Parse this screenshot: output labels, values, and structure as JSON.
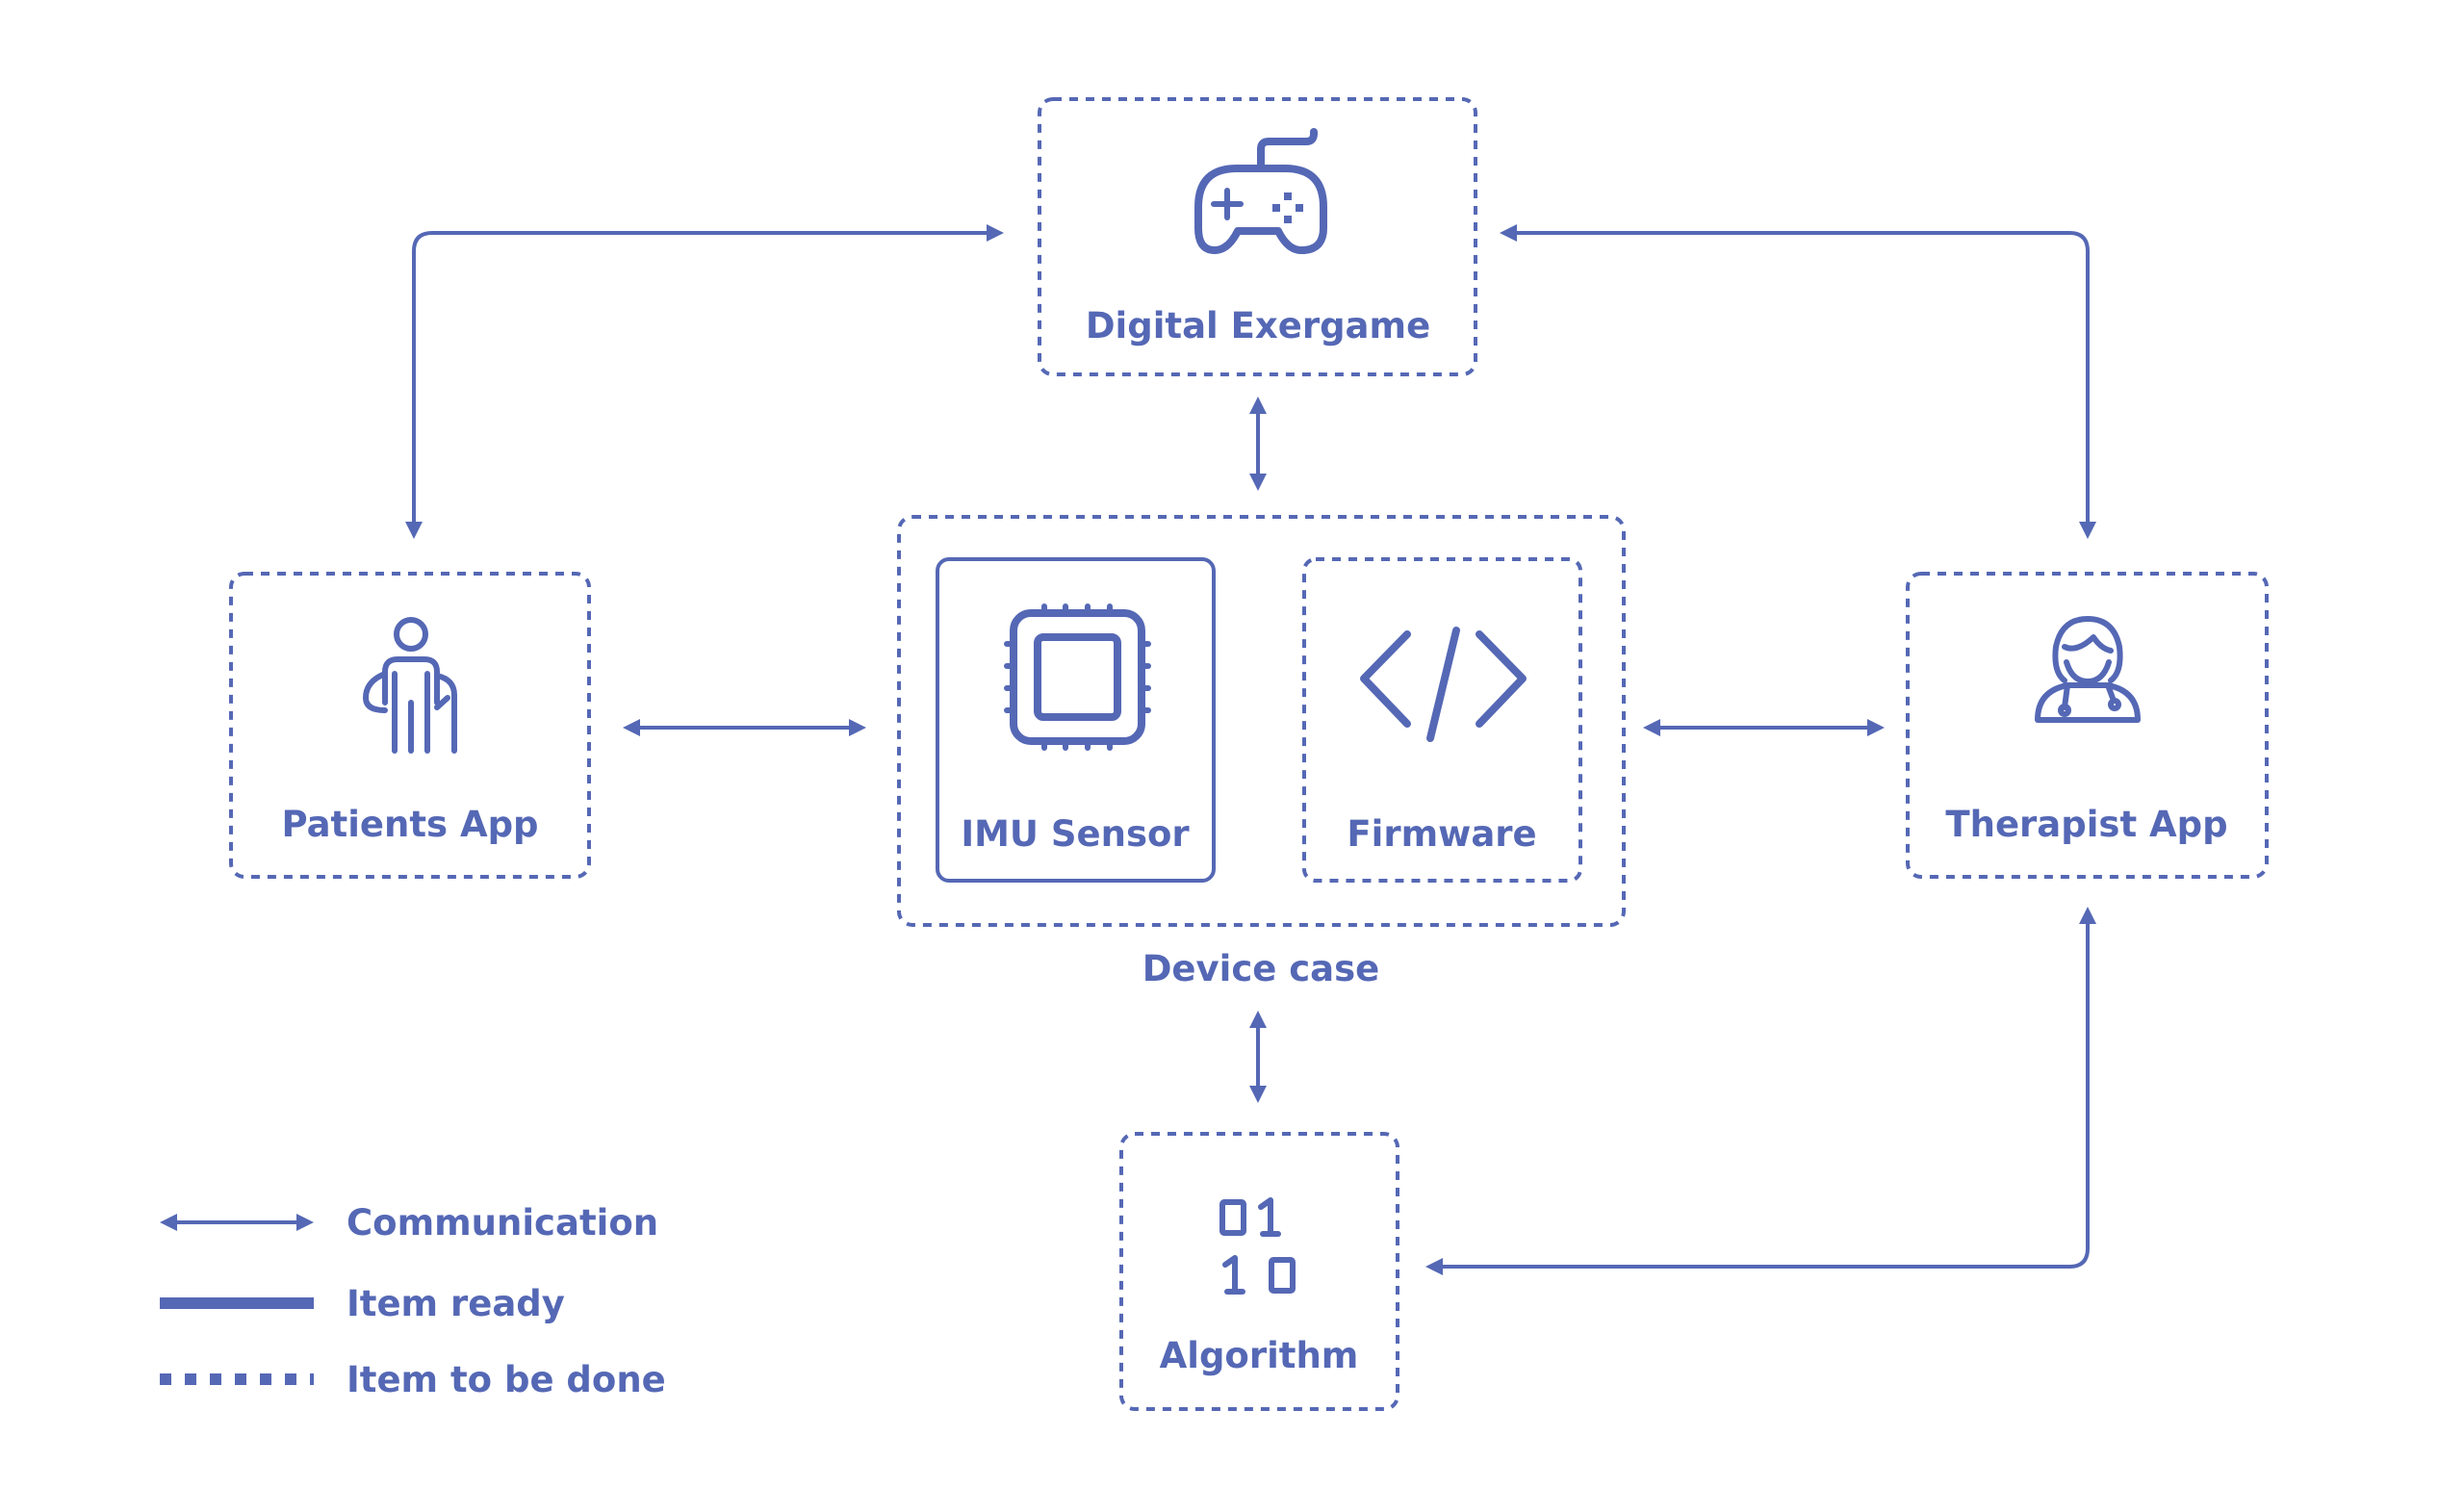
{
  "diagram": {
    "colors": {
      "primary": "#5568B5",
      "background": "#FFFFFF"
    },
    "nodes": {
      "exergame": {
        "label": "Digital Exergame",
        "icon": "gamepad-icon",
        "status": "to-be-done"
      },
      "patients": {
        "label": "Patients App",
        "icon": "patient-icon",
        "status": "to-be-done"
      },
      "device": {
        "label": "Device case",
        "status": "to-be-done"
      },
      "imu": {
        "label": "IMU Sensor",
        "icon": "chip-icon",
        "status": "ready"
      },
      "firmware": {
        "label": "Firmware",
        "icon": "code-icon",
        "status": "to-be-done"
      },
      "therapist": {
        "label": "Therapist App",
        "icon": "therapist-icon",
        "status": "to-be-done"
      },
      "algorithm": {
        "label": "Algorithm",
        "icon": "binary-icon",
        "status": "to-be-done"
      }
    },
    "binary_icon_digits": [
      "0",
      "1",
      "1",
      "0"
    ],
    "connections": [
      {
        "from": "Patients App",
        "to": "Digital Exergame",
        "type": "communication"
      },
      {
        "from": "Therapist App",
        "to": "Digital Exergame",
        "type": "communication"
      },
      {
        "from": "Digital Exergame",
        "to": "Device case",
        "type": "communication"
      },
      {
        "from": "Patients App",
        "to": "Device case",
        "type": "communication"
      },
      {
        "from": "Device case",
        "to": "Therapist App",
        "type": "communication"
      },
      {
        "from": "Device case",
        "to": "Algorithm",
        "type": "communication"
      },
      {
        "from": "Algorithm",
        "to": "Therapist App",
        "type": "communication"
      }
    ]
  },
  "legend": {
    "communication": "Communication",
    "ready": "Item ready",
    "todo": "Item to be done"
  }
}
